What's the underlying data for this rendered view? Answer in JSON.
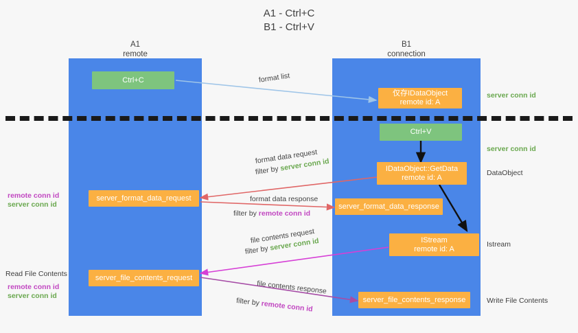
{
  "title": "A1 - Ctrl+C\nB1 - Ctrl+V",
  "colors": {
    "lane": "#4a86e8",
    "green_box": "#7ec47e",
    "orange_box": "#fbb042",
    "server_conn_id": "#6aa84f",
    "remote_conn_id": "#c147c1",
    "divider": "#1a1a1a",
    "background": "#f7f7f7"
  },
  "columns": [
    {
      "name": "A1",
      "sub": "remote"
    },
    {
      "name": "B1",
      "sub": "connection"
    }
  ],
  "boxes": [
    {
      "id": "ctrl-c",
      "line1": "Ctrl+C",
      "line2": "",
      "color": "green"
    },
    {
      "id": "idataobject-store",
      "line1": "仅存IDataObject",
      "line2": "remote id: A",
      "color": "orange"
    },
    {
      "id": "ctrl-v",
      "line1": "Ctrl+V",
      "line2": "",
      "color": "green"
    },
    {
      "id": "idataobject-getdata",
      "line1": "IDataObject::GetData",
      "line2": "remote id: A",
      "color": "orange"
    },
    {
      "id": "server-format-data-request",
      "line1": "server_format_data_request",
      "line2": "",
      "color": "orange"
    },
    {
      "id": "server-format-data-response",
      "line1": "server_format_data_response",
      "line2": "",
      "color": "orange"
    },
    {
      "id": "istream",
      "line1": "IStream",
      "line2": "remote id: A",
      "color": "orange"
    },
    {
      "id": "server-file-contents-request",
      "line1": "server_file_contents_request",
      "line2": "",
      "color": "orange"
    },
    {
      "id": "server-file-contents-response",
      "line1": "server_file_contents_response",
      "line2": "",
      "color": "orange"
    }
  ],
  "arrow_labels": {
    "format_list": "format list",
    "format_data_request": "format data request",
    "format_data_response": "format data response",
    "file_contents_request": "file contents request",
    "file_contents_response": "file contents response",
    "filter_by": "filter by",
    "server_conn_id": "server conn id",
    "remote_conn_id": "remote conn id"
  },
  "side_labels": {
    "right_server_conn_id_top": "server conn id",
    "right_server_conn_id_mid": "server conn id",
    "right_dataobject": "DataObject",
    "right_istream": "Istream",
    "right_write_file_contents": "Write File Contents",
    "left_remote_conn_id_1": "remote conn id",
    "left_server_conn_id_1": "server conn id",
    "left_read_file_contents": "Read File Contents",
    "left_remote_conn_id_2": "remote conn id",
    "left_server_conn_id_2": "server conn id"
  }
}
